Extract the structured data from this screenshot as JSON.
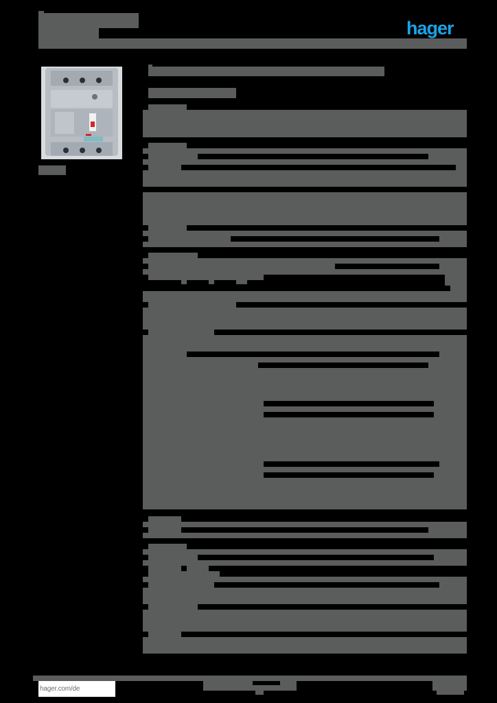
{
  "document": {
    "type": "product datasheet (redacted)",
    "brand": {
      "logo_text": "hager",
      "logo_color": "#1aa3e8"
    },
    "header": {
      "title_redacted": true,
      "subtitle_redacted": true
    },
    "product_image": {
      "alt": "4-pole moulded case circuit breaker",
      "caption_redacted": true
    },
    "main": {
      "heading_redacted": true,
      "subheading_redacted": true,
      "sections_count": 9,
      "all_text_redacted": true
    },
    "footer": {
      "website": "hager.com/de",
      "center_text_redacted": true,
      "page_info_redacted": true
    },
    "colors": {
      "background": "#000000",
      "redaction_block": "#5b5d5c",
      "brand_blue": "#1aa3e8"
    }
  }
}
